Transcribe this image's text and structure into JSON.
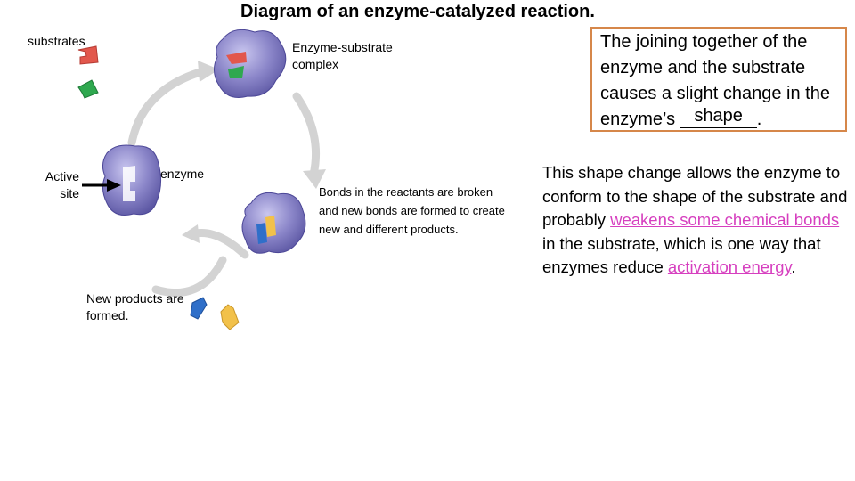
{
  "title": "Diagram of an enzyme-catalyzed reaction.",
  "labels": {
    "substrates": "substrates",
    "enzyme_substrate_complex_line1": "Enzyme-substrate",
    "enzyme_substrate_complex_line2": "complex",
    "active_site_line1": "Active",
    "active_site_line2": "site",
    "enzyme": "enzyme",
    "bonds_text": "Bonds in the reactants are broken and new bonds are formed to create new and different products.",
    "new_products_line1": "New products are",
    "new_products_line2": "formed."
  },
  "callout": {
    "text": "The joining together of the enzyme and the substrate causes a slight change in the enzyme’s",
    "answer": "shape",
    "end": "."
  },
  "right_paragraph": {
    "part1": "This shape change allows the enzyme to conform to the shape of the substrate and probably ",
    "answer1": "weakens some chemical bonds ",
    "part2": "in the substrate, which is one way that enzymes reduce ",
    "answer2": "activation energy",
    "end": "."
  },
  "colors": {
    "enzyme_purple": "#8b86c9",
    "enzyme_dark": "#5c57a3",
    "substrate_red": "#e2574c",
    "substrate_green": "#2fa84f",
    "product_blue": "#2f6fc9",
    "product_yellow": "#f2c14a",
    "arrow_gray": "#d3d3d3",
    "callout_border": "#d6874a",
    "answer_pink": "#d63fbf"
  }
}
